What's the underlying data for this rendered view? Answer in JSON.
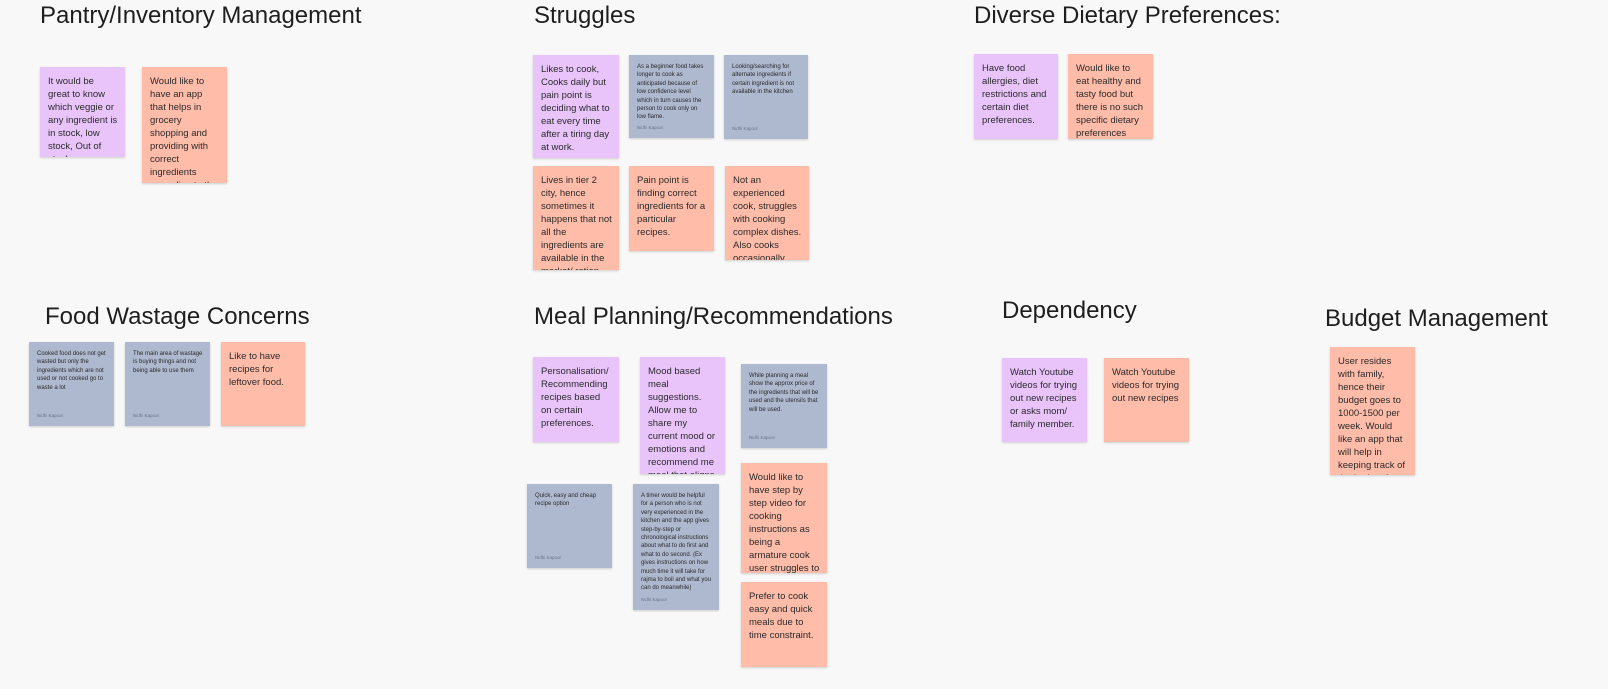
{
  "colors": {
    "pink": "#e9c4fb",
    "salmon": "#ffbca9",
    "slate": "#aeb9cf",
    "canvas": "#f8f8f8"
  },
  "headings": {
    "pantry": "Pantry/Inventory Management",
    "struggles": "Struggles",
    "dietary": "Diverse Dietary Preferences:",
    "wastage": "Food Wastage Concerns",
    "meal_planning": "Meal Planning/Recommendations",
    "dependency": "Dependency",
    "budget": "Budget Management"
  },
  "notes": {
    "pantry_1": {
      "text": "It would be great to know which veggie or any ingredient is in stock, low stock, Out of stock."
    },
    "pantry_2": {
      "text": "Would like to have an app that helps in grocery shopping and providing with correct ingredients according to the planned meal."
    },
    "struggles_1": {
      "text": "Likes to cook, Cooks daily but pain point is deciding what to eat every time after a tiring day at work."
    },
    "struggles_2": {
      "text": "As a beginner food takes longer to cook as anticipated because of low confidence level which in turn causes the person to cook only on low flame.",
      "author": "Nidhi Kapoor"
    },
    "struggles_3": {
      "text": "Looking/searching  for alternate ingredients if certain ingredient is not available in the kitchen",
      "author": "Nidhi Kapoor"
    },
    "struggles_4": {
      "text": "Lives in tier 2 city, hence sometimes it happens that not all the ingredients are available in the market/ ration shops."
    },
    "struggles_5": {
      "text": "Pain point is finding correct ingredients for a particular recipes."
    },
    "struggles_6": {
      "text": "Not an experienced cook, struggles with cooking complex dishes. Also cooks occasionally."
    },
    "dietary_1": {
      "text": "Have food allergies, diet restrictions and certain diet preferences."
    },
    "dietary_2": {
      "text": "Would like to eat healthy and tasty food but there is no such specific dietary preferences"
    },
    "wastage_1": {
      "text": "Cooked food does not get wasted but only the ingredients which are not used or not cooked go to waste a lot",
      "author": "Nidhi Kapoor"
    },
    "wastage_2": {
      "text": "The main area of wastage is buying things and not being able to use them",
      "author": "Nidhi Kapoor"
    },
    "wastage_3": {
      "text": "Like to have recipes for leftover food."
    },
    "meal_1": {
      "text": "Personalisation/ Recommending recipes based on certain preferences."
    },
    "meal_2": {
      "text": "Mood based meal suggestions. Allow me to share my current mood or emotions and recommend me meal that aligns with it"
    },
    "meal_3": {
      "text": "While planning a meal show the approx price of the ingredients that will be used and the utensils that will be used.",
      "author": "Nidhi Kapoor"
    },
    "meal_4": {
      "text": "Quick, easy and cheap recipe option",
      "author": "Nidhi Kapoor"
    },
    "meal_5": {
      "text": "A timer would be helpful for a person who is not very experienced in the kitchen and the app gives step-by-step or chronological instructions about what to do first and what to do second. (Ex gives instructions on how much time it will take for rajma to boil and what you can do meanwhile)",
      "author": "Nidhi Kapoor"
    },
    "meal_6": {
      "text": "Would like to have step by step video for cooking instructions as being a armature cook user struggles to follow recipes."
    },
    "meal_7": {
      "text": "Prefer to cook easy and quick meals due to time constraint."
    },
    "dependency_1": {
      "text": "Watch Youtube videos for trying out new recipes or asks mom/ family member."
    },
    "dependency_2": {
      "text": "Watch Youtube videos for trying out new recipes"
    },
    "budget_1": {
      "text": "User resides with family, hence their budget goes to 1000-1500 per week. Would like an app that will help in keeping track of the budget for a month or a week."
    }
  }
}
